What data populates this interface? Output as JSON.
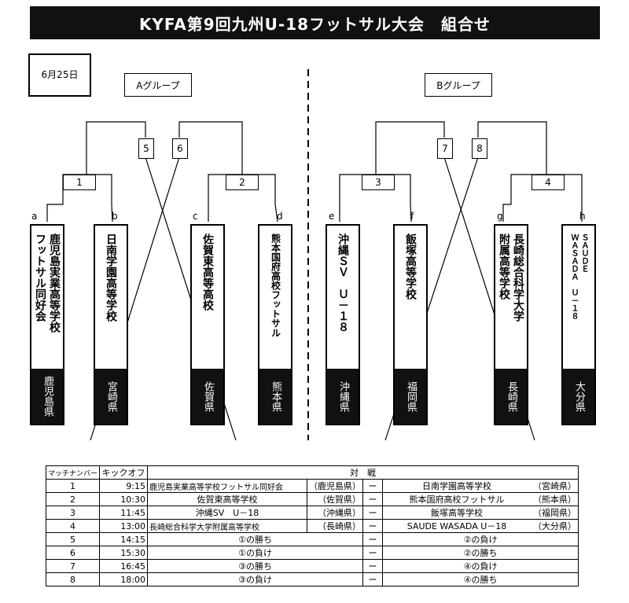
{
  "title": "KYFA第9回九州U-18フットサル大会　組合せ",
  "date": "6月25日",
  "groups": {
    "a": "Aグループ",
    "b": "Bグループ"
  },
  "bracket_matches": [
    "1",
    "2",
    "3",
    "4",
    "5",
    "6",
    "7",
    "8"
  ],
  "teams": [
    {
      "letter": "a",
      "cols": [
        "鹿児島実業高等学校",
        "フットサル同好会"
      ],
      "pref": "鹿児島県"
    },
    {
      "letter": "b",
      "cols": [
        "日南学園高等学校"
      ],
      "pref": "宮崎県"
    },
    {
      "letter": "c",
      "cols": [
        "佐賀東高等高校"
      ],
      "pref": "佐賀県"
    },
    {
      "letter": "d",
      "cols": [
        "熊本国府高校フットサル"
      ],
      "pref": "熊本県"
    },
    {
      "letter": "e",
      "cols": [
        "沖縄ＳＶ　Ｕ－１８"
      ],
      "pref": "沖縄県"
    },
    {
      "letter": "f",
      "cols": [
        "飯塚高等学校"
      ],
      "pref": "福岡県"
    },
    {
      "letter": "g",
      "cols": [
        "長崎総合科学大学",
        "附属高等学校"
      ],
      "pref": "長崎県"
    },
    {
      "letter": "h",
      "cols": [
        "ＳＡＵＤＥ",
        "ＷＡＳＡＤＡ　Ｕ－１８"
      ],
      "pref": "大分県"
    }
  ],
  "schedule": {
    "headers": {
      "match": "マッチナンバー",
      "kickoff": "キックオフ",
      "vs": "対　戦"
    },
    "rows": [
      {
        "no": "1",
        "time": "9:15",
        "home": "鹿児島実業高等学校フットサル同好会",
        "home_pref": "（鹿児島県）",
        "sep": "ー",
        "away": "日南学園高等学校",
        "away_pref": "（宮崎県）"
      },
      {
        "no": "2",
        "time": "10:30",
        "home": "佐賀東高等学校",
        "home_pref": "（佐賀県）",
        "sep": "ー",
        "away": "熊本国府高校フットサル",
        "away_pref": "（熊本県）"
      },
      {
        "no": "3",
        "time": "11:45",
        "home": "沖縄SV　U－18",
        "home_pref": "（沖縄県）",
        "sep": "ー",
        "away": "飯塚高等学校",
        "away_pref": "（福岡県）"
      },
      {
        "no": "4",
        "time": "13:00",
        "home": "長崎総合科学大学附属高等学校",
        "home_pref": "（長崎県）",
        "sep": "ー",
        "away": "SAUDE WASADA U－18",
        "away_pref": "（大分県）"
      },
      {
        "no": "5",
        "time": "14:15",
        "home": "①の勝ち",
        "home_pref": "",
        "sep": "ー",
        "away": "②の負け",
        "away_pref": ""
      },
      {
        "no": "6",
        "time": "15:30",
        "home": "①の負け",
        "home_pref": "",
        "sep": "ー",
        "away": "②の勝ち",
        "away_pref": ""
      },
      {
        "no": "7",
        "time": "16:45",
        "home": "③の勝ち",
        "home_pref": "",
        "sep": "ー",
        "away": "④の負け",
        "away_pref": ""
      },
      {
        "no": "8",
        "time": "18:00",
        "home": "③の負け",
        "home_pref": "",
        "sep": "ー",
        "away": "④の勝ち",
        "away_pref": ""
      }
    ]
  }
}
